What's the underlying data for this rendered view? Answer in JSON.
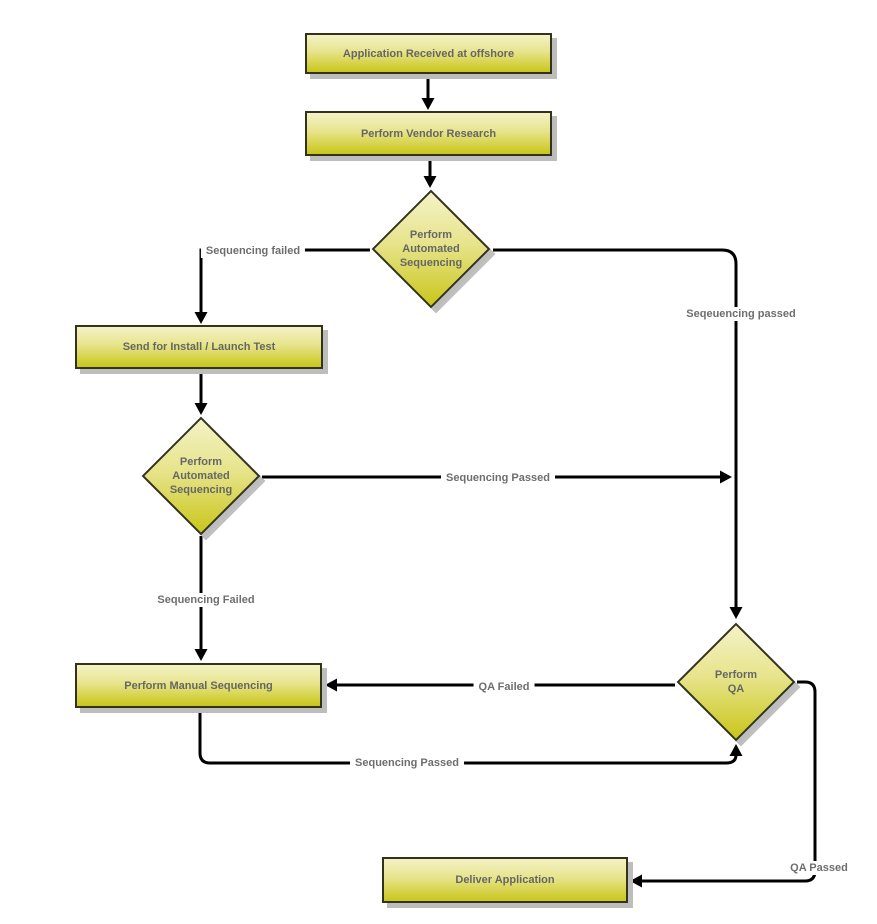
{
  "diagram": {
    "type": "flowchart",
    "background": "#ffffff",
    "colors": {
      "node_fill_top": "#f4f2c6",
      "node_fill_mid": "#e7e48c",
      "node_fill_bottom": "#c9c61a",
      "node_border": "#33331c",
      "node_text": "#666666",
      "edge_line": "#000000",
      "edge_label_text": "#6e6e6e",
      "shadow": "#bdbdbd"
    },
    "nodes": [
      {
        "id": "start",
        "type": "process",
        "label": "Application Received at offshore"
      },
      {
        "id": "vendor-research",
        "type": "process",
        "label": "Perform Vendor Research"
      },
      {
        "id": "auto-seq-1",
        "type": "decision",
        "label": "Perform\nAutomated\nSequencing"
      },
      {
        "id": "install-launch-test",
        "type": "process",
        "label": "Send for Install / Launch Test"
      },
      {
        "id": "auto-seq-2",
        "type": "decision",
        "label": "Perform\nAutomated\nSequencing"
      },
      {
        "id": "manual-seq",
        "type": "process",
        "label": "Perform Manual Sequencing"
      },
      {
        "id": "perform-qa",
        "type": "decision",
        "label": "Perform\nQA"
      },
      {
        "id": "deliver",
        "type": "process",
        "label": "Deliver Application"
      }
    ],
    "edges": [
      {
        "from": "start",
        "to": "vendor-research",
        "label": ""
      },
      {
        "from": "vendor-research",
        "to": "auto-seq-1",
        "label": ""
      },
      {
        "from": "auto-seq-1",
        "to": "install-launch-test",
        "label": "Sequencing failed"
      },
      {
        "from": "auto-seq-1",
        "to": "perform-qa",
        "label": "Seqeuencing passed"
      },
      {
        "from": "install-launch-test",
        "to": "auto-seq-2",
        "label": ""
      },
      {
        "from": "auto-seq-2",
        "to": "perform-qa",
        "label": "Sequencing Passed"
      },
      {
        "from": "auto-seq-2",
        "to": "manual-seq",
        "label": "Sequencing Failed"
      },
      {
        "from": "perform-qa",
        "to": "manual-seq",
        "label": "QA Failed"
      },
      {
        "from": "manual-seq",
        "to": "perform-qa",
        "label": "Sequencing Passed"
      },
      {
        "from": "perform-qa",
        "to": "deliver",
        "label": "QA Passed"
      }
    ]
  }
}
